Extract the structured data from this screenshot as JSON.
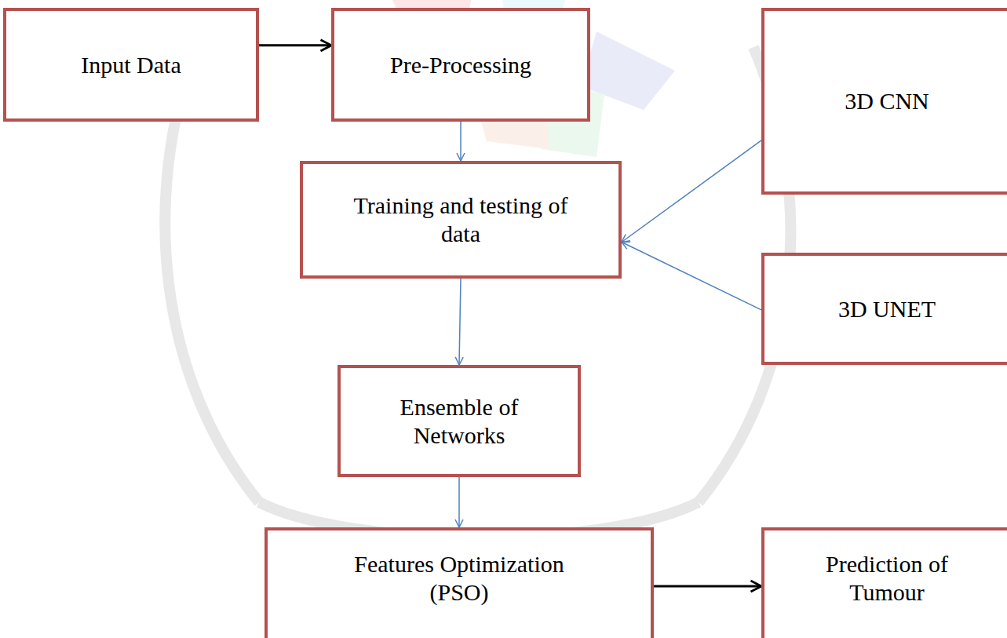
{
  "diagram": {
    "nodes": [
      {
        "text": [
          "Input Data"
        ]
      },
      {
        "text": [
          "Pre-Processing"
        ]
      },
      {
        "text": [
          "3D CNN"
        ]
      },
      {
        "text": [
          "Training and testing of data"
        ]
      },
      {
        "text": [
          "3D UNET"
        ]
      },
      {
        "text": [
          "Ensemble of Networks"
        ]
      },
      {
        "text": [
          "Features Optimization (PSO)"
        ]
      },
      {
        "text": [
          "Prediction of Tumour"
        ]
      }
    ],
    "edges": [
      {
        "from": 0,
        "to": 1,
        "arrow": "to"
      },
      {
        "from": 1,
        "to": 3,
        "arrow": "to"
      },
      {
        "from": 2,
        "to": 3,
        "arrow": "to"
      },
      {
        "from": 4,
        "to": 3,
        "arrow": "to"
      },
      {
        "from": 3,
        "to": 5,
        "arrow": "to"
      },
      {
        "from": 5,
        "to": 6,
        "arrow": "to"
      },
      {
        "from": 6,
        "to": 7,
        "arrow": "to"
      }
    ]
  }
}
